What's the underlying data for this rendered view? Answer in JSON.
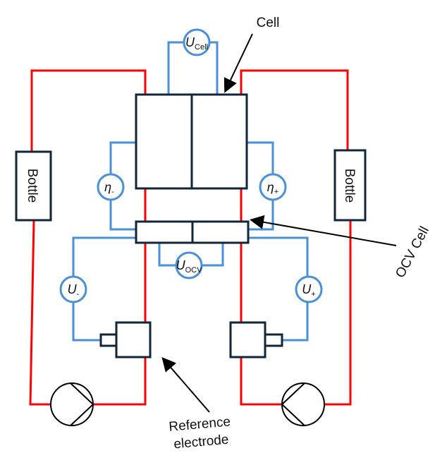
{
  "labels": {
    "cell": "Cell",
    "ocv_cell": "OCV Cell",
    "reference_electrode_line1": "Reference",
    "reference_electrode_line2": "electrode",
    "bottle_left": "Bottle",
    "bottle_right": "Bottle"
  },
  "meters": {
    "u_cell": {
      "symbol": "U",
      "sub": "Cell"
    },
    "u_ocv": {
      "symbol": "U",
      "sub": "OCV"
    },
    "eta_minus": {
      "symbol": "η",
      "sub": "-"
    },
    "eta_plus": {
      "symbol": "η",
      "sub": "+"
    },
    "u_minus": {
      "symbol": "U",
      "sub": "-"
    },
    "u_plus": {
      "symbol": "U",
      "sub": "+"
    }
  },
  "colors": {
    "electrolyte_line": "#ff0000",
    "measurement_line": "#4a90d9",
    "component": "#12263a"
  }
}
